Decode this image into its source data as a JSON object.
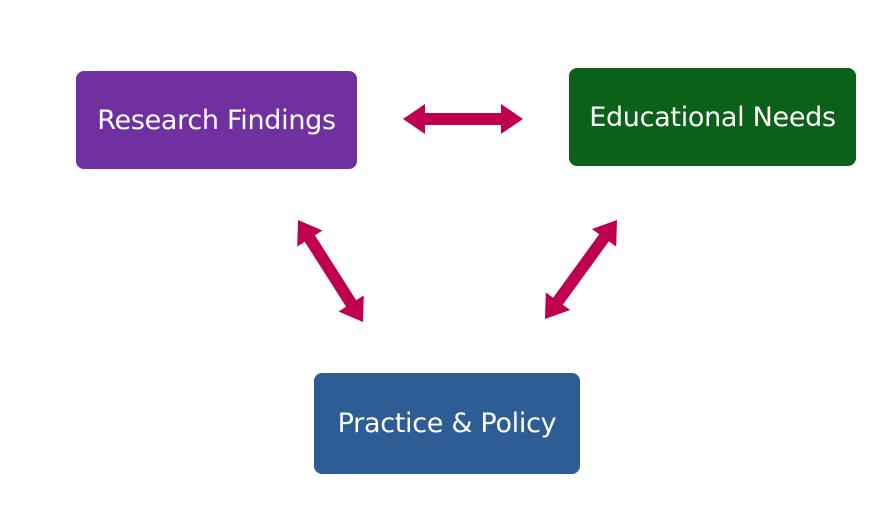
{
  "nodes": {
    "research": {
      "label": "Research Findings",
      "color": "#7030a0"
    },
    "needs": {
      "label": "Educational Needs",
      "color": "#0b6118"
    },
    "practice": {
      "label": "Practice & Policy",
      "color": "#2e5d95"
    }
  },
  "connections": [
    {
      "from": "Research Findings",
      "to": "Educational Needs",
      "type": "bidirectional"
    },
    {
      "from": "Research Findings",
      "to": "Practice & Policy",
      "type": "bidirectional"
    },
    {
      "from": "Educational Needs",
      "to": "Practice & Policy",
      "type": "bidirectional"
    }
  ],
  "colors": {
    "arrow": "#c0004f"
  }
}
